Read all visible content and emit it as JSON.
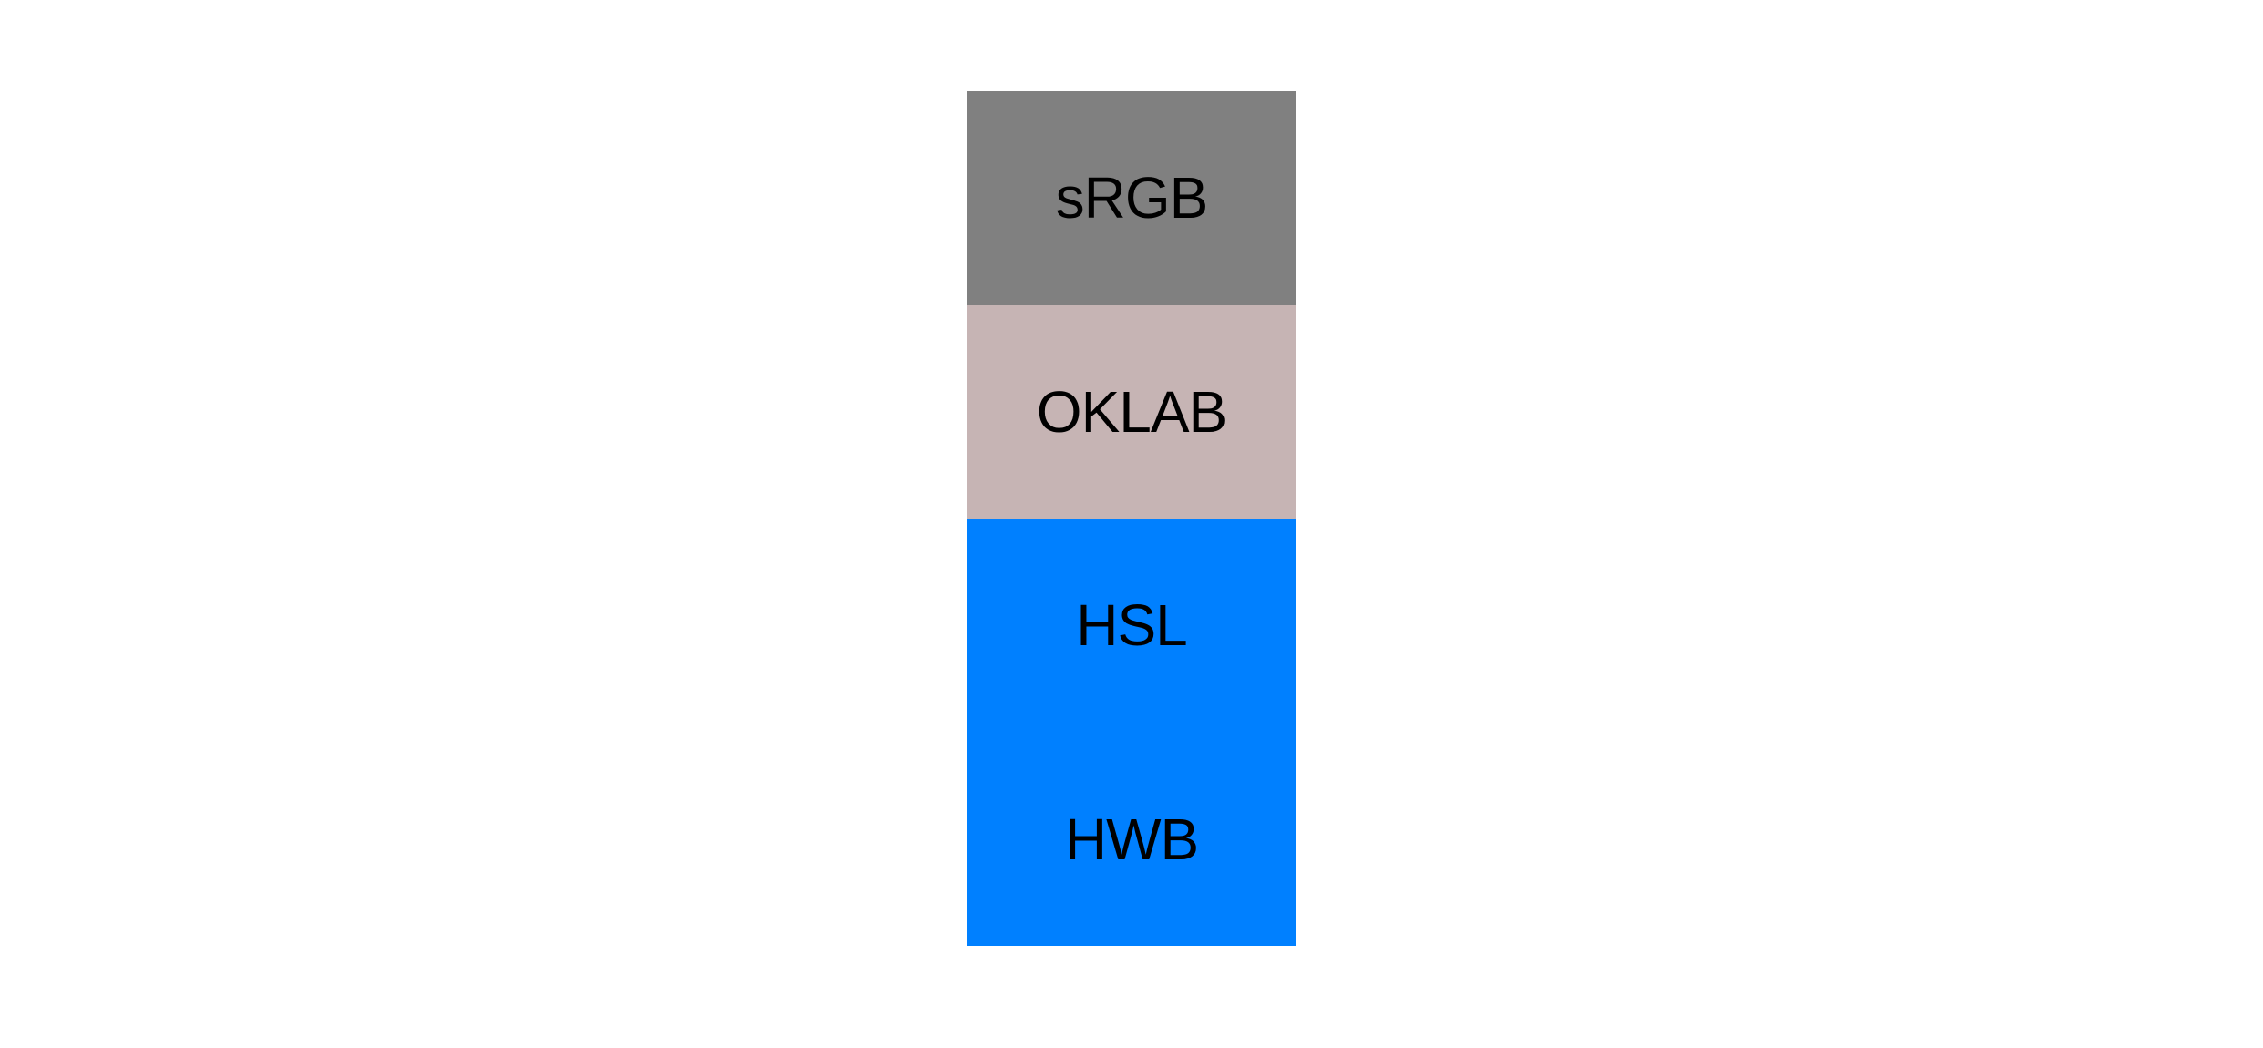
{
  "page": {
    "background_color": "#ffffff"
  },
  "swatches": {
    "items": [
      {
        "label": "sRGB",
        "color": "#808080",
        "text_color": "#000000"
      },
      {
        "label": "OKLAB",
        "color": "#c6b4b4",
        "text_color": "#000000"
      },
      {
        "label": "HSL",
        "color": "#0080ff",
        "text_color": "#000000"
      },
      {
        "label": "HWB",
        "color": "#0080ff",
        "text_color": "#000000"
      }
    ]
  }
}
